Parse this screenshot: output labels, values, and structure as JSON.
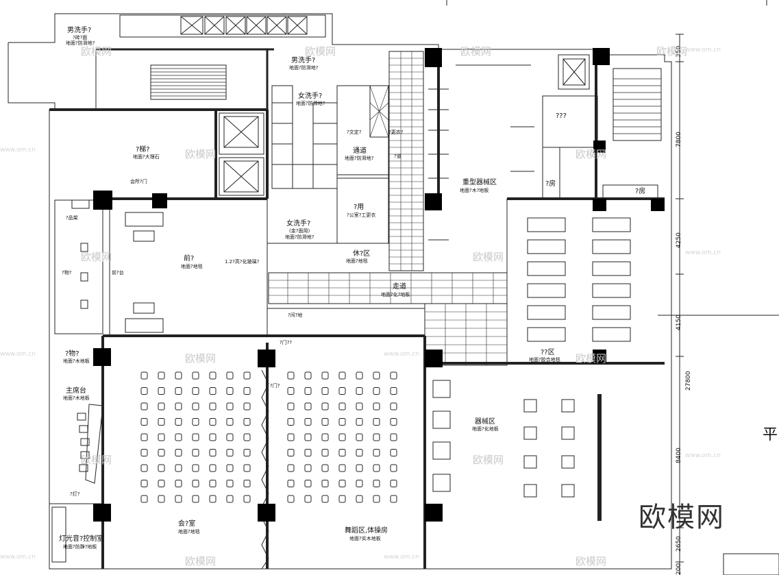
{
  "rooms": {
    "male_wc_top": {
      "name": "男洗手?",
      "note1": "?砖?面",
      "note2": "地面?防滑地?"
    },
    "male_wc_2": {
      "name": "男洗手?",
      "note": "地面?防滑地?"
    },
    "female_wc_1": {
      "name": "女洗手?",
      "note": "地面?防滑地?"
    },
    "female_wc_2": {
      "name": "女洗手?",
      "note1": "(金?面用)",
      "note2": "地面?防滑地?"
    },
    "lobby_stair": {
      "name": "?梯?",
      "note": "地面?大理石"
    },
    "front_desk": {
      "name": "前?",
      "note": "地面?地毯"
    },
    "corridor": {
      "name": "通道",
      "note": "地面?防滑地?"
    },
    "staff": {
      "name": "?用",
      "note": "?公室?工更衣"
    },
    "rest": {
      "name": "休?区",
      "note": "地面?地毯"
    },
    "passage": {
      "name": "走道",
      "note": "地面?化?地板"
    },
    "heavy_equip": {
      "name": "重型器械区",
      "note": "地面?木?地板"
    },
    "treadmill": {
      "name": "??区",
      "note": "地面?胶合地毯"
    },
    "storage": {
      "name": "?物?",
      "note": "地面?木地板"
    },
    "podium": {
      "name": "主席台",
      "note": "地面?木地板"
    },
    "meeting": {
      "name": "会?室",
      "note": "地面?地毯"
    },
    "dance": {
      "name": "舞蹈区,体操房",
      "note": "地面?实木地板"
    },
    "equip": {
      "name": "器械区",
      "note": "地面?化地板"
    },
    "control": {
      "name": "灯光音?控制室",
      "note": "地面?防静?地板"
    },
    "room_a": {
      "name": "???"
    },
    "room_b": {
      "name": "?房"
    },
    "room_c": {
      "name": "?房"
    }
  },
  "small_notes": {
    "stair_side": "会所?门",
    "front_left": "?品架",
    "front_l2": "?物?",
    "front_l3": "前?台",
    "front_r": "1.2?高?化玻璃?",
    "room_edge": "?间?地",
    "pass_l": "?文定?",
    "pass_r": "?更衣?",
    "pass_m": "?道",
    "meet_door": "?门??",
    "dance_door": "?门?",
    "control_top": "?灯?"
  },
  "dimensions": [
    "350",
    "7800",
    "4250",
    "4150",
    "27800",
    "8400",
    "2650",
    "200"
  ],
  "title_fragment": "平",
  "watermarks": {
    "text": "欧模网",
    "url": "www.om.cn",
    "big": "欧模网"
  }
}
